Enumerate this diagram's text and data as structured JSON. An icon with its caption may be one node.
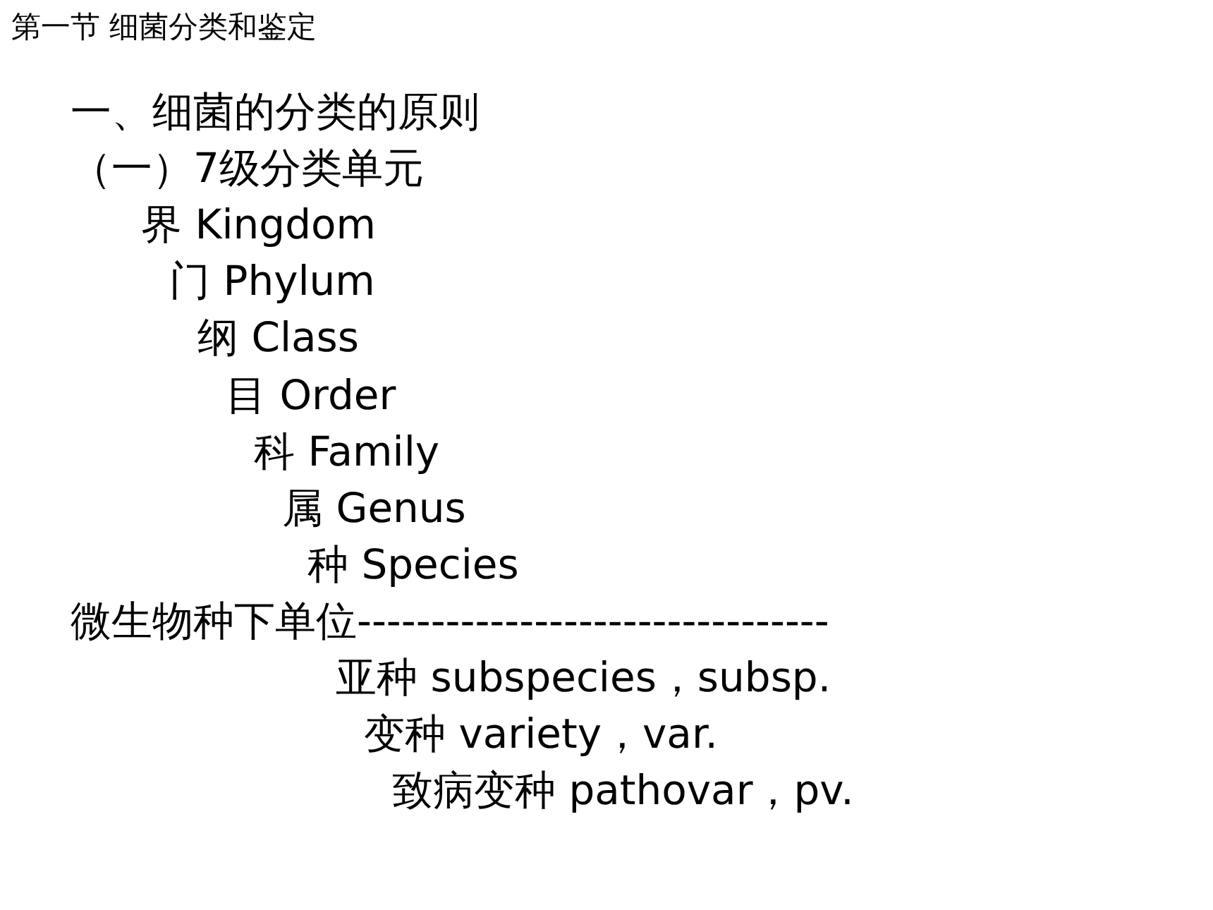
{
  "diagram": {
    "title": "第一节 细菌分类和鉴定",
    "labels": [
      "一、细菌的分类的原则",
      "（一）7级分类单元",
      "界 Kingdom",
      "门 Phylum",
      "纲 Class",
      "目 Order",
      "科 Family",
      "属 Genus",
      "种 Species",
      "微生物种下单位--------------------------------",
      "亚种 subspecies，subsp.",
      "变种 variety，var.",
      "致病变种 pathovar，pv."
    ]
  }
}
